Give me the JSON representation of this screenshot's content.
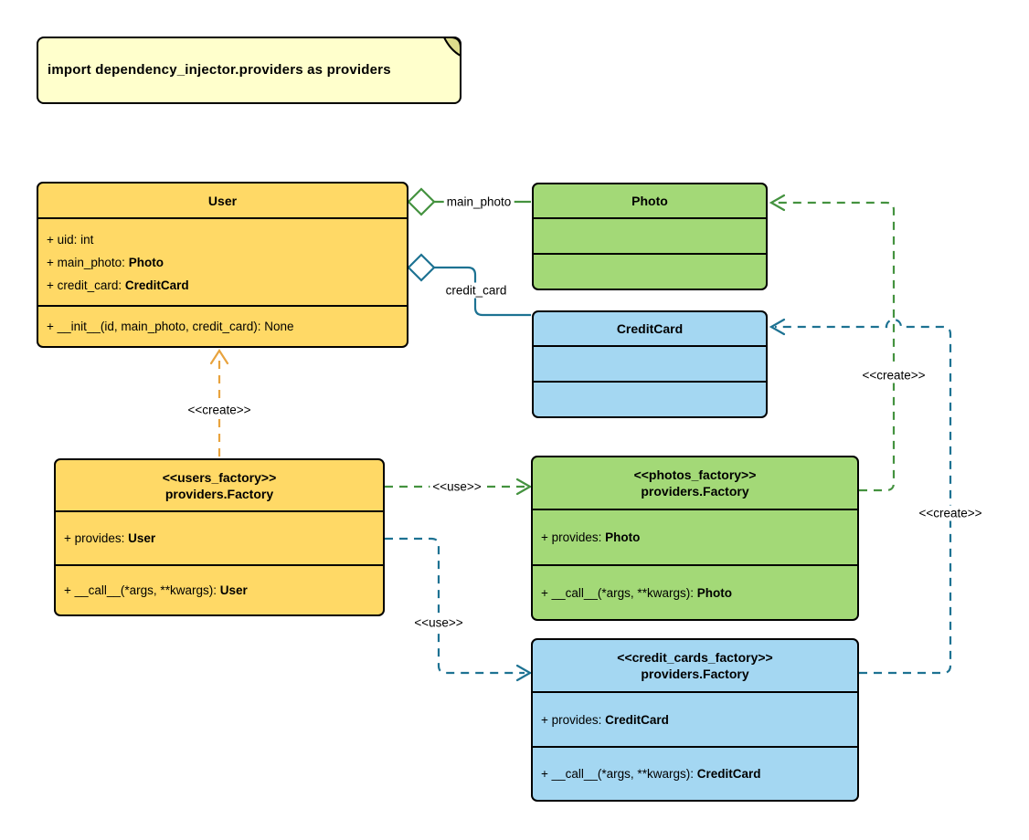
{
  "note": {
    "text": "import dependency_injector.providers as providers"
  },
  "classes": {
    "user": {
      "title": "User",
      "attributes": [
        {
          "text": "+ uid: int",
          "bold": ""
        },
        {
          "text": "+ main_photo: ",
          "bold": "Photo"
        },
        {
          "text": "+ credit_card: ",
          "bold": "CreditCard"
        }
      ],
      "methods": [
        {
          "text": "+ __init__(id, main_photo, credit_card): None",
          "bold": ""
        }
      ]
    },
    "photo": {
      "title": "Photo"
    },
    "credit_card": {
      "title": "CreditCard"
    },
    "users_factory": {
      "stereotype": "<<users_factory>>",
      "name": "providers.Factory",
      "attributes": [
        {
          "text": "+ provides: ",
          "bold": "User"
        }
      ],
      "methods": [
        {
          "text": "+ __call__(*args, **kwargs): ",
          "bold": "User"
        }
      ]
    },
    "photos_factory": {
      "stereotype": "<<photos_factory>>",
      "name": "providers.Factory",
      "attributes": [
        {
          "text": "+ provides: ",
          "bold": "Photo"
        }
      ],
      "methods": [
        {
          "text": "+ __call__(*args, **kwargs): ",
          "bold": "Photo"
        }
      ]
    },
    "credit_cards_factory": {
      "stereotype": "<<credit_cards_factory>>",
      "name": "providers.Factory",
      "attributes": [
        {
          "text": "+ provides: ",
          "bold": "CreditCard"
        }
      ],
      "methods": [
        {
          "text": "+ __call__(*args, **kwargs): ",
          "bold": "CreditCard"
        }
      ]
    }
  },
  "edges": {
    "main_photo": {
      "label": "main_photo"
    },
    "credit_card": {
      "label": "credit_card"
    },
    "user_create": {
      "label": "<<create>>"
    },
    "photo_use": {
      "label": "<<use>>"
    },
    "card_use": {
      "label": "<<use>>"
    },
    "photo_create": {
      "label": "<<create>>"
    },
    "card_create": {
      "label": "<<create>>"
    }
  },
  "colors": {
    "note_fill": "#FFFFCC",
    "note_fold": "#DEDD8C",
    "yellow_fill": "#FFD966",
    "green_fill": "#A3D977",
    "blue_fill": "#A4D7F2",
    "gold_stroke": "#E8A33E",
    "green_stroke": "#44923F",
    "blue_stroke": "#1D7292"
  }
}
